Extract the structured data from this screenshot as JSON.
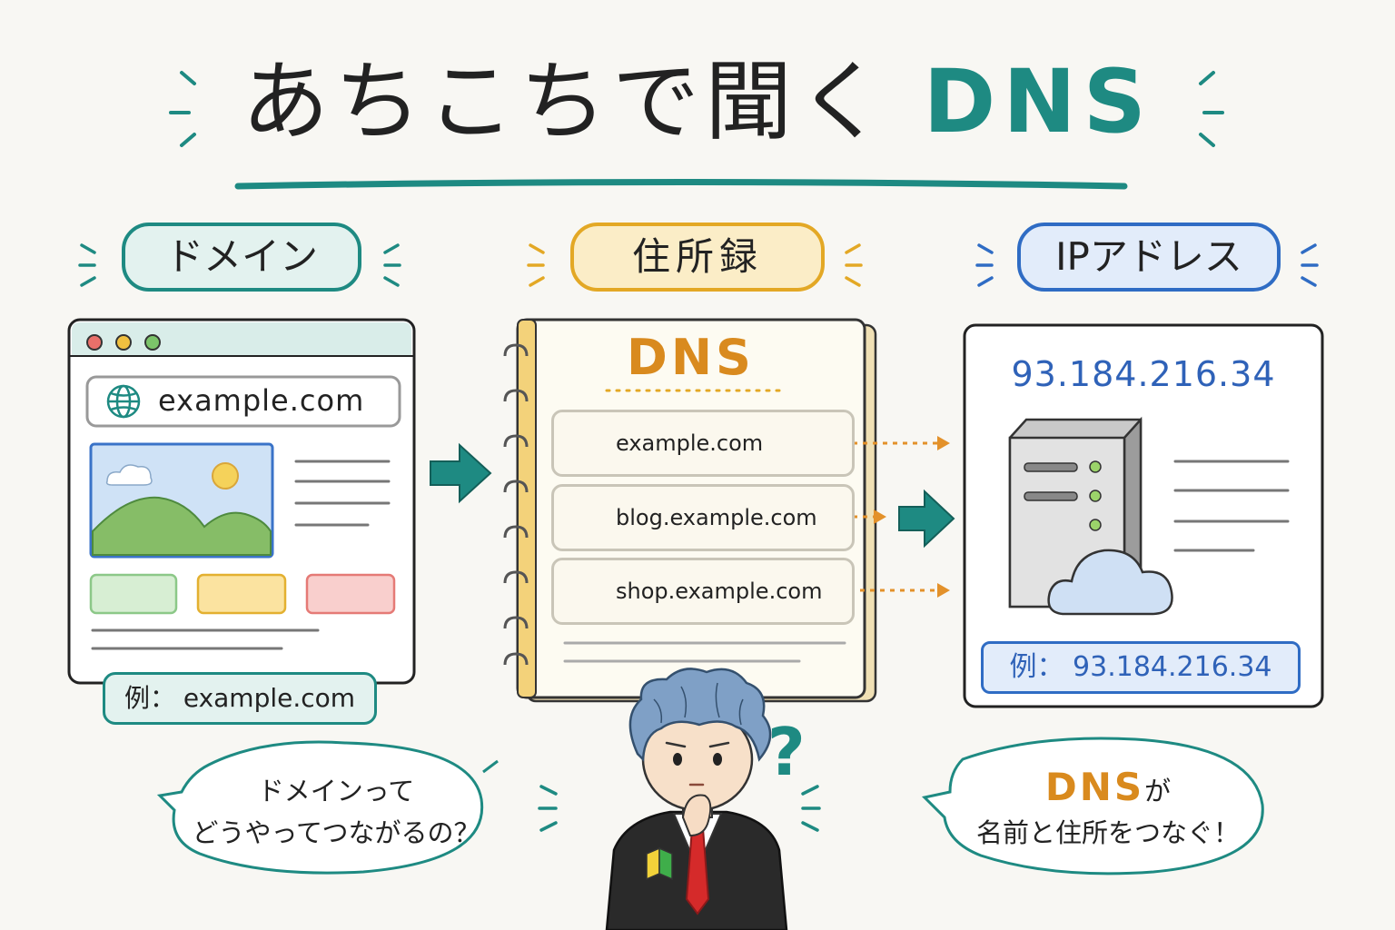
{
  "title": {
    "text": "あちこちで聞く",
    "accent": "DNS"
  },
  "colors": {
    "teal": "#1e8a82",
    "orange": "#d98a1e",
    "yellow": "#e3a825",
    "blue": "#2f6cc4"
  },
  "sections": {
    "domain": {
      "label": "ドメイン",
      "url": "example.com",
      "example": "例：  example.com"
    },
    "address_book": {
      "label": "住所録",
      "title": "DNS",
      "entries": [
        "example.com",
        "blog.example.com",
        "shop.example.com"
      ]
    },
    "ip": {
      "label": "IPアドレス",
      "address": "93.184.216.34",
      "example": "例：  93.184.216.34"
    }
  },
  "bubbles": {
    "left": {
      "line1": "ドメインって",
      "line2": "どうやってつながるの？"
    },
    "right": {
      "accent": "DNS",
      "line1_rest": "が",
      "line2": "名前と住所をつなぐ！"
    }
  },
  "question_mark": "?"
}
